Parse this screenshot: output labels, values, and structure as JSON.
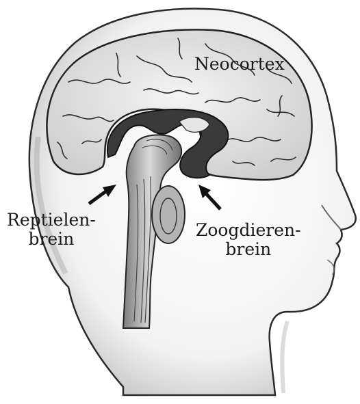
{
  "labels": {
    "neocortex": "Neocortex",
    "reptile_line1": "Reptielen-",
    "reptile_line2": "brein",
    "mammal_line1": "Zoogdieren-",
    "mammal_line2": "brein"
  },
  "colors": {
    "ink": "#1a1a1a",
    "skin_shade": "#8c8c8c",
    "cortex_fill": "#d9d9d9",
    "limbic_fill": "#3a3a3a",
    "stem_fill": "#a8a8a8"
  }
}
